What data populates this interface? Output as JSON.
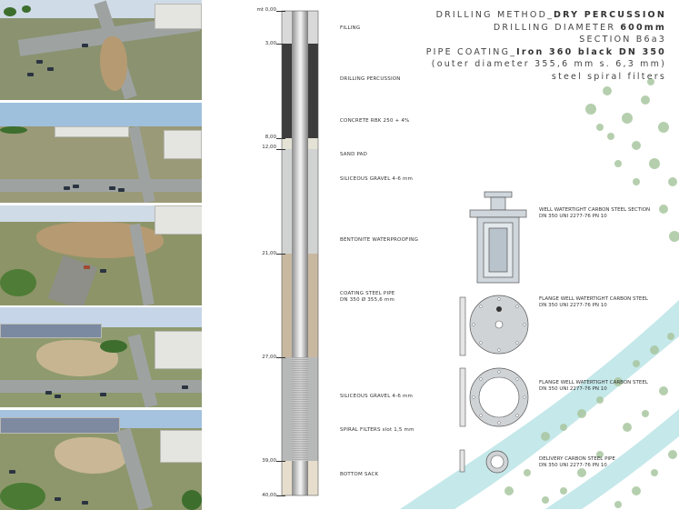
{
  "header": {
    "line1_prefix": "DRILLING METHOD",
    "line1_value": "DRY PERCUSSION",
    "line2_prefix": "DRILLING DIAMETER",
    "line2_value": "600mm",
    "line3": "SECTION B6a3",
    "line4_prefix": "PIPE COATING",
    "line4_value": "Iron 360 black DN 350",
    "line5": "(outer diameter 355,6 mm s. 6,3 mm)",
    "line6": "steel spiral filters"
  },
  "depths": [
    "mt 0,00",
    "3,00",
    "8,00",
    "12,00",
    "21,00",
    "27,00",
    "39,00",
    "40,00"
  ],
  "layers": [
    "FILLING",
    "DRILLING PERCUSSION",
    "CONCRETE RBK 250 + 4%",
    "SAND PAD",
    "SILICEOUS GRAVEL 4-6 mm",
    "BENTONITE WATERPROOFING",
    "COATING STEEL PIPE",
    "DN 350 Ø 355,6 mm",
    "SILICEOUS GRAVEL 4-6 mm",
    "SPIRAL FILTERS slot 1,5 mm",
    "BOTTOM SACK"
  ],
  "components": [
    {
      "title": "WELL WATERTIGHT CARBON STEEL SECTION",
      "spec": "DN 350 UNI 2277-76 PN 10"
    },
    {
      "title": "FLANGE WELL WATERTIGHT CARBON STEEL",
      "spec": "DN 350 UNI 2277-76 PN 10"
    },
    {
      "title": "FLANGE WELL WATERTIGHT CARBON STEEL",
      "spec": "DN 350 UNI 2277-76 PN 10"
    },
    {
      "title": "DELIVERY CARBON STEEL PIPE",
      "spec": "DN 350 UNI 2277-76 PN 10"
    }
  ],
  "colors": {
    "filling": "#d9d9d9",
    "percussion": "#3c3c3c",
    "sand": "#e4e2d4",
    "gravel": "#d0d3d2",
    "coating": "#c8b8a0",
    "bottom": "#e6ddcc",
    "water": "#a9dde0",
    "trees": "#9fbf98"
  }
}
